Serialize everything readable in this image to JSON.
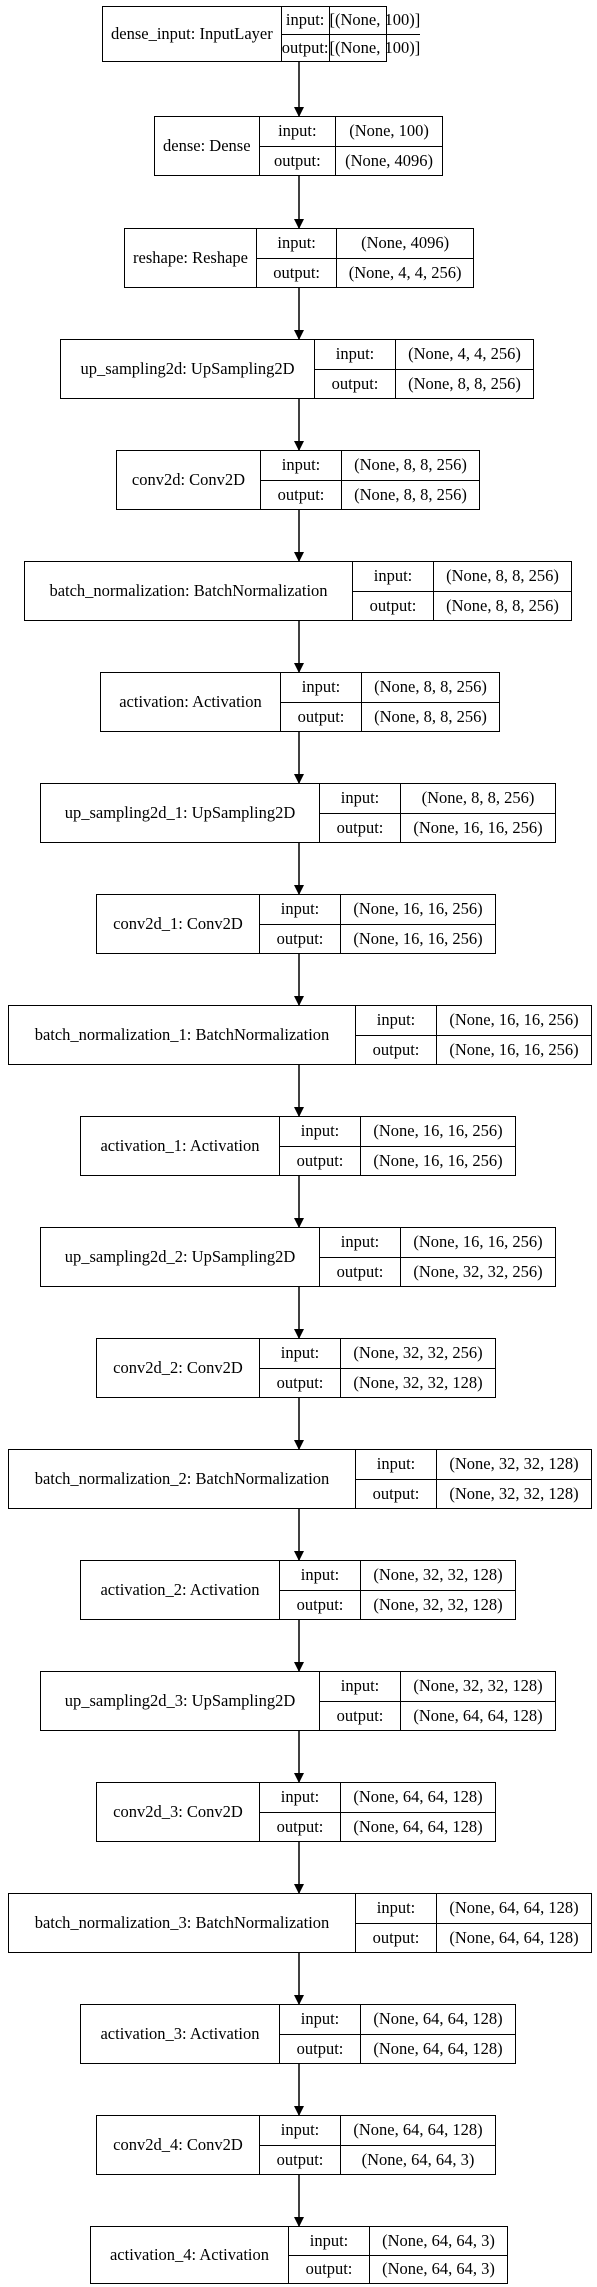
{
  "layers": [
    {
      "name": "dense_input: InputLayer",
      "input_label": "input:",
      "output_label": "output:",
      "input": "[(None, 100)]",
      "output": "[(None, 100)]"
    },
    {
      "name": "dense: Dense",
      "input_label": "input:",
      "output_label": "output:",
      "input": "(None, 100)",
      "output": "(None, 4096)"
    },
    {
      "name": "reshape: Reshape",
      "input_label": "input:",
      "output_label": "output:",
      "input": "(None, 4096)",
      "output": "(None, 4, 4, 256)"
    },
    {
      "name": "up_sampling2d: UpSampling2D",
      "input_label": "input:",
      "output_label": "output:",
      "input": "(None, 4, 4, 256)",
      "output": "(None, 8, 8, 256)"
    },
    {
      "name": "conv2d: Conv2D",
      "input_label": "input:",
      "output_label": "output:",
      "input": "(None, 8, 8, 256)",
      "output": "(None, 8, 8, 256)"
    },
    {
      "name": "batch_normalization: BatchNormalization",
      "input_label": "input:",
      "output_label": "output:",
      "input": "(None, 8, 8, 256)",
      "output": "(None, 8, 8, 256)"
    },
    {
      "name": "activation: Activation",
      "input_label": "input:",
      "output_label": "output:",
      "input": "(None, 8, 8, 256)",
      "output": "(None, 8, 8, 256)"
    },
    {
      "name": "up_sampling2d_1: UpSampling2D",
      "input_label": "input:",
      "output_label": "output:",
      "input": "(None, 8, 8, 256)",
      "output": "(None, 16, 16, 256)"
    },
    {
      "name": "conv2d_1: Conv2D",
      "input_label": "input:",
      "output_label": "output:",
      "input": "(None, 16, 16, 256)",
      "output": "(None, 16, 16, 256)"
    },
    {
      "name": "batch_normalization_1: BatchNormalization",
      "input_label": "input:",
      "output_label": "output:",
      "input": "(None, 16, 16, 256)",
      "output": "(None, 16, 16, 256)"
    },
    {
      "name": "activation_1: Activation",
      "input_label": "input:",
      "output_label": "output:",
      "input": "(None, 16, 16, 256)",
      "output": "(None, 16, 16, 256)"
    },
    {
      "name": "up_sampling2d_2: UpSampling2D",
      "input_label": "input:",
      "output_label": "output:",
      "input": "(None, 16, 16, 256)",
      "output": "(None, 32, 32, 256)"
    },
    {
      "name": "conv2d_2: Conv2D",
      "input_label": "input:",
      "output_label": "output:",
      "input": "(None, 32, 32, 256)",
      "output": "(None, 32, 32, 128)"
    },
    {
      "name": "batch_normalization_2: BatchNormalization",
      "input_label": "input:",
      "output_label": "output:",
      "input": "(None, 32, 32, 128)",
      "output": "(None, 32, 32, 128)"
    },
    {
      "name": "activation_2: Activation",
      "input_label": "input:",
      "output_label": "output:",
      "input": "(None, 32, 32, 128)",
      "output": "(None, 32, 32, 128)"
    },
    {
      "name": "up_sampling2d_3: UpSampling2D",
      "input_label": "input:",
      "output_label": "output:",
      "input": "(None, 32, 32, 128)",
      "output": "(None, 64, 64, 128)"
    },
    {
      "name": "conv2d_3: Conv2D",
      "input_label": "input:",
      "output_label": "output:",
      "input": "(None, 64, 64, 128)",
      "output": "(None, 64, 64, 128)"
    },
    {
      "name": "batch_normalization_3: BatchNormalization",
      "input_label": "input:",
      "output_label": "output:",
      "input": "(None, 64, 64, 128)",
      "output": "(None, 64, 64, 128)"
    },
    {
      "name": "activation_3: Activation",
      "input_label": "input:",
      "output_label": "output:",
      "input": "(None, 64, 64, 128)",
      "output": "(None, 64, 64, 128)"
    },
    {
      "name": "conv2d_4: Conv2D",
      "input_label": "input:",
      "output_label": "output:",
      "input": "(None, 64, 64, 128)",
      "output": "(None, 64, 64, 3)"
    },
    {
      "name": "activation_4: Activation",
      "input_label": "input:",
      "output_label": "output:",
      "input": "(None, 64, 64, 3)",
      "output": "(None, 64, 64, 3)"
    }
  ]
}
